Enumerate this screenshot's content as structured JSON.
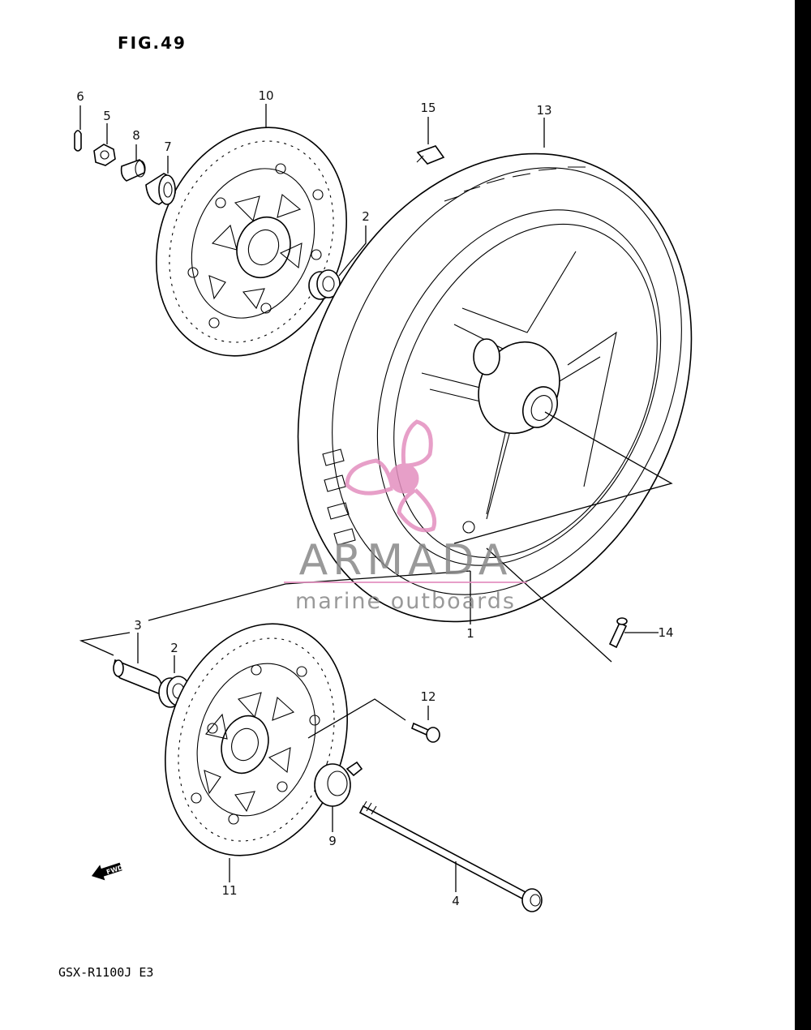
{
  "figure": {
    "title": "FIG.49",
    "model_code": "GSX-R1100J E3"
  },
  "fwd_badge": "FWD",
  "callouts": [
    "1",
    "2",
    "2",
    "3",
    "4",
    "5",
    "6",
    "7",
    "8",
    "9",
    "10",
    "11",
    "12",
    "13",
    "14",
    "15"
  ],
  "watermark": {
    "brand": "ARMADA",
    "tagline": "marine outboards",
    "brand_color": "#888888",
    "accent_color": "#e38fbf"
  }
}
